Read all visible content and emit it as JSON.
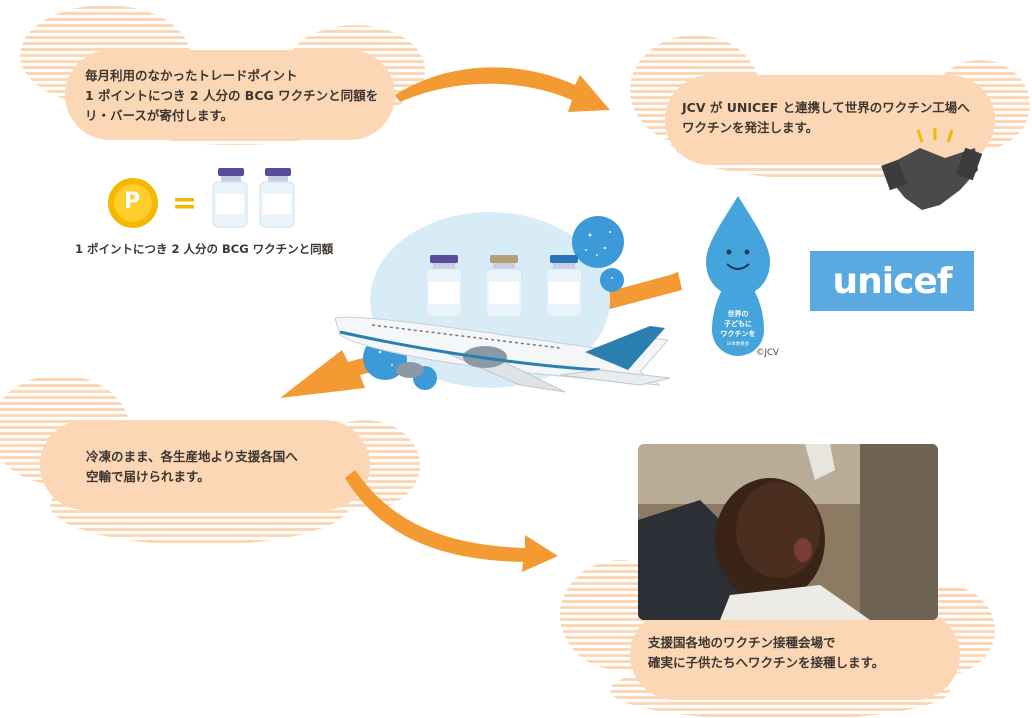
{
  "steps": {
    "step1": "毎月利用のなかったトレードポイント\n1 ポイントにつき 2 人分の BCG ワクチンと同額を\nリ・バースが寄付します。",
    "step2": "JCV が UNICEF と連携して世界のワクチン工場へ\nワクチンを発注します。",
    "step3": "冷凍のまま、各生産地より支援各国へ\n空輸で届けられます。",
    "step4": "支援国各地のワクチン接種会場で\n確実に子供たちへワクチンを接種します。"
  },
  "point_equation": {
    "point_symbol": "P",
    "equals": "=",
    "label": "1 ポイントにつき 2 人分の BCG ワクチンと同額"
  },
  "jcv_logo": {
    "mascot_text": "世界の\n子どもに\nワクチンを",
    "small_text": "日本委員会",
    "copyright": "©JCV"
  },
  "unicef_logo": "unicef",
  "colors": {
    "bubble": "#fbd7b5",
    "arrow": "#f39a33",
    "unicef_blue": "#5aa9e0",
    "coin": "#f5b800",
    "jcv_blue": "#45a4dc"
  }
}
